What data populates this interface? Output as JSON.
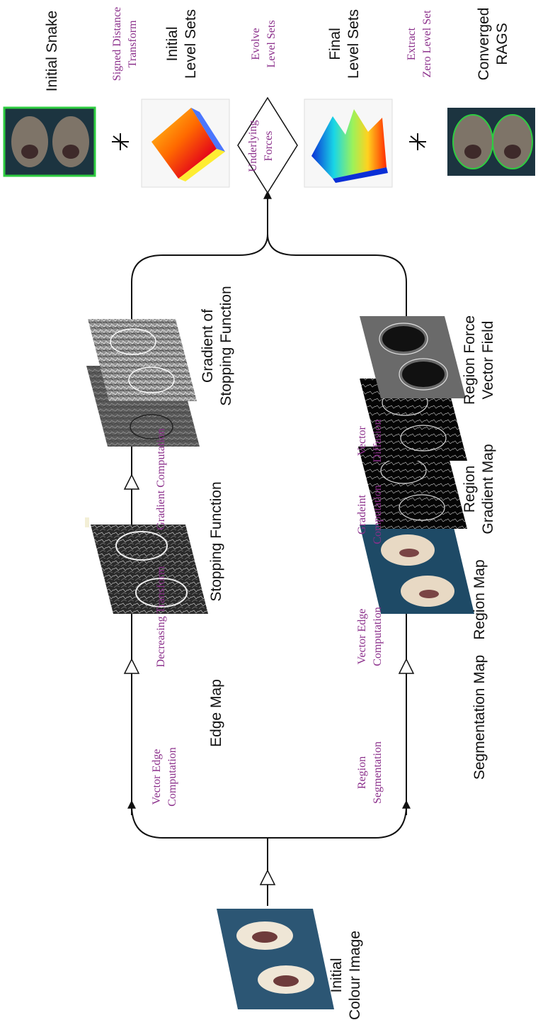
{
  "colors": {
    "line": "#111111",
    "operation_text": "#8b2f8b",
    "label_text": "#111111",
    "snake_green": "#2ecc40",
    "thumb_bg": "#f3efd6"
  },
  "top_row": {
    "initial_snake": "Initial Snake",
    "signed_distance_transform": [
      "Signed Distance",
      "Transform"
    ],
    "initial_level_sets": [
      "Initial",
      "Level Sets"
    ],
    "evolve_level_sets": [
      "Evolve",
      "Level Sets"
    ],
    "final_level_sets": [
      "Final",
      "Level Sets"
    ],
    "extract_zero_level_set": [
      "Extract",
      "Zero Level Set"
    ],
    "converged_rags": [
      "Converged",
      "RAGS"
    ],
    "underlying_forces": [
      "Underlying",
      "Forces"
    ]
  },
  "upper_branch": {
    "vector_edge_computation": [
      "Vector Edge",
      "Computation"
    ],
    "edge_map": "Edge Map",
    "decreasing_transform": "Decreasing Transform",
    "stopping_function": "Stopping Function",
    "gradient_computation": "Gradient Computation",
    "gradient_of_stopping_function": [
      "Gradient of",
      "Stopping Function"
    ]
  },
  "lower_branch": {
    "region_segmentation": [
      "Region",
      "Segmentation"
    ],
    "segmentation_map": "Segmentation Map",
    "vector_edge_computation": [
      "Vector Edge",
      "Computation"
    ],
    "region_map": "Region Map",
    "gradeint_computation": [
      "Gradeint",
      "Computation"
    ],
    "region_gradient_map": [
      "Region",
      "Gradient Map"
    ],
    "vector_diffusion": [
      "Vector",
      "Diffusion"
    ],
    "region_force_vector_field": [
      "Region Force",
      "Vector Field"
    ]
  },
  "input": {
    "initial_colour_image": [
      "Initial",
      "Colour Image"
    ]
  }
}
